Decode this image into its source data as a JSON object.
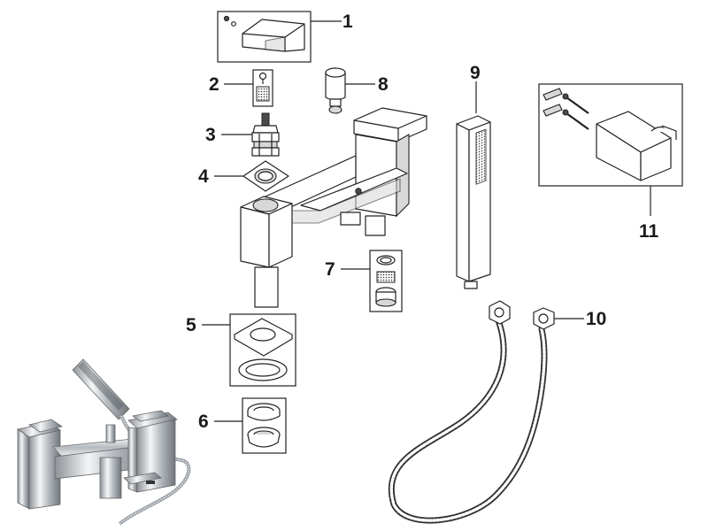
{
  "callouts": [
    {
      "id": "1",
      "label": "1"
    },
    {
      "id": "2",
      "label": "2"
    },
    {
      "id": "3",
      "label": "3"
    },
    {
      "id": "4",
      "label": "4"
    },
    {
      "id": "5",
      "label": "5"
    },
    {
      "id": "6",
      "label": "6"
    },
    {
      "id": "7",
      "label": "7"
    },
    {
      "id": "8",
      "label": "8"
    },
    {
      "id": "9",
      "label": "9"
    },
    {
      "id": "10",
      "label": "10"
    },
    {
      "id": "11",
      "label": "11"
    }
  ],
  "colors": {
    "line": "#222222",
    "background": "#ffffff",
    "chrome": "#c8ccd0"
  },
  "icons": [
    "lever-handle",
    "grub-screw-cap",
    "ceramic-cartridge",
    "cartridge-shroud",
    "spout-base-gasket",
    "spout-washers",
    "aerator-parts",
    "diverter-knob",
    "hand-shower",
    "shower-hose",
    "wall-bracket-with-fixings",
    "product-photo"
  ]
}
